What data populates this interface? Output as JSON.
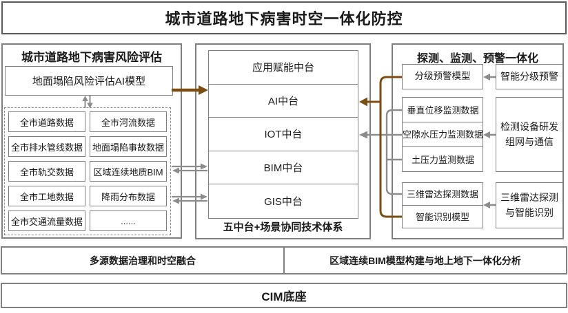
{
  "banner": {
    "title": "城市道路地下病害时空一体化防控"
  },
  "left_panel": {
    "title": "城市道路地下病害风险评估",
    "ai_model": "地面塌陷风险评估AI模型",
    "data_grid": [
      "全市道路数据",
      "全市河流数据",
      "全市排水管线数据",
      "地面塌陷事故数据",
      "全市轨交数据",
      "区域连续地质BIM",
      "全市工地数据",
      "降雨分布数据",
      "全市交通流量数据",
      "......"
    ]
  },
  "center_panel": {
    "layers": [
      "应用赋能中台",
      "AI中台",
      "IOT中台",
      "BIM中台",
      "GIS中台"
    ],
    "caption": "五中台+场景协同技术体系"
  },
  "right_panel": {
    "title": "探测、监测、预警一体化",
    "warning_model": "分级预警模型",
    "smart_warning": "智能分级预警",
    "monitor_stack": [
      "垂直位移监测数据",
      "空隙水压力监测数据",
      "土压力监测数据"
    ],
    "device_box": "检测设备研发\n组网与通信",
    "radar_stack": [
      "三维雷达探测数据",
      "智能识别模型"
    ],
    "radar_box": "三维雷达探测\n与智能识别"
  },
  "bottom": {
    "bar_left": "多源数据治理和时空融合",
    "bar_right": "区域连续BIM模型构建与地上地下一体化分析",
    "base": "CIM底座"
  },
  "colors": {
    "accent_brown": "#7b4d12",
    "arrow_gray": "#8c8c8c",
    "border_gray": "#7f7f7f"
  }
}
